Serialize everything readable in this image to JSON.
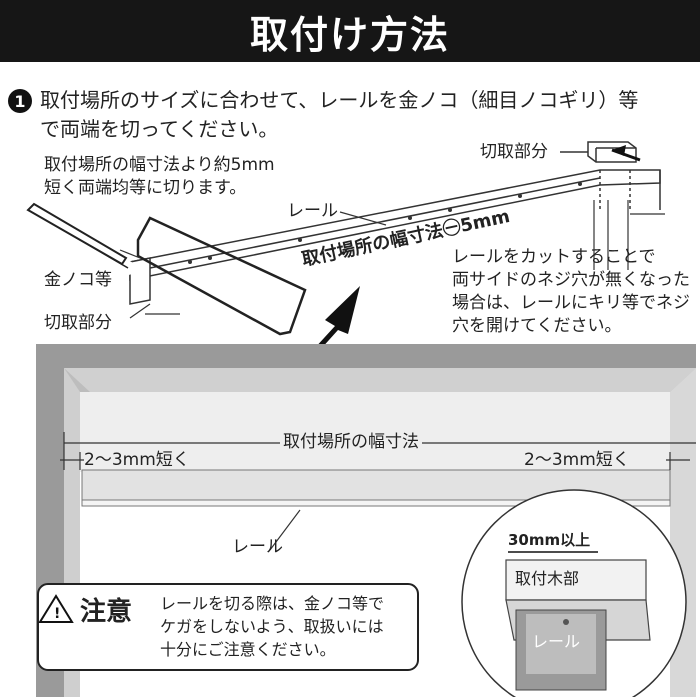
{
  "title": "取付け方法",
  "step": {
    "number": "1",
    "line1": "取付場所のサイズに合わせて、レールを金ノコ（細目ノコギリ）等",
    "line2": "で両端を切ってください。"
  },
  "diagram_top": {
    "note_line1": "取付場所の幅寸法より約5mm",
    "note_line2": "短く両端均等に切ります。",
    "rail_label": "レール",
    "saw_label": "金ノコ等",
    "cut_left_label": "切取部分",
    "cut_right_label": "切取部分",
    "width_formula": "取付場所の幅寸法㊀5mm",
    "hole_note_line1": "レールをカットすることで",
    "hole_note_line2": "両サイドのネジ穴が無くなった",
    "hole_note_line3": "場合は、レールにキリ等でネジ",
    "hole_note_line4": "穴を開けてください。"
  },
  "diagram_bottom": {
    "width_label": "取付場所の幅寸法",
    "short_left": "2〜3mm短く",
    "short_right": "2〜3mm短く",
    "rail_label": "レール"
  },
  "detail": {
    "dimension": "30mm以上",
    "wood_label": "取付木部",
    "rail_label": "レール"
  },
  "caution": {
    "heading": "注意",
    "line1": "レールを切る際は、金ノコ等で",
    "line2": "ケガをしないよう、取扱いには",
    "line3": "十分にご注意ください。"
  }
}
